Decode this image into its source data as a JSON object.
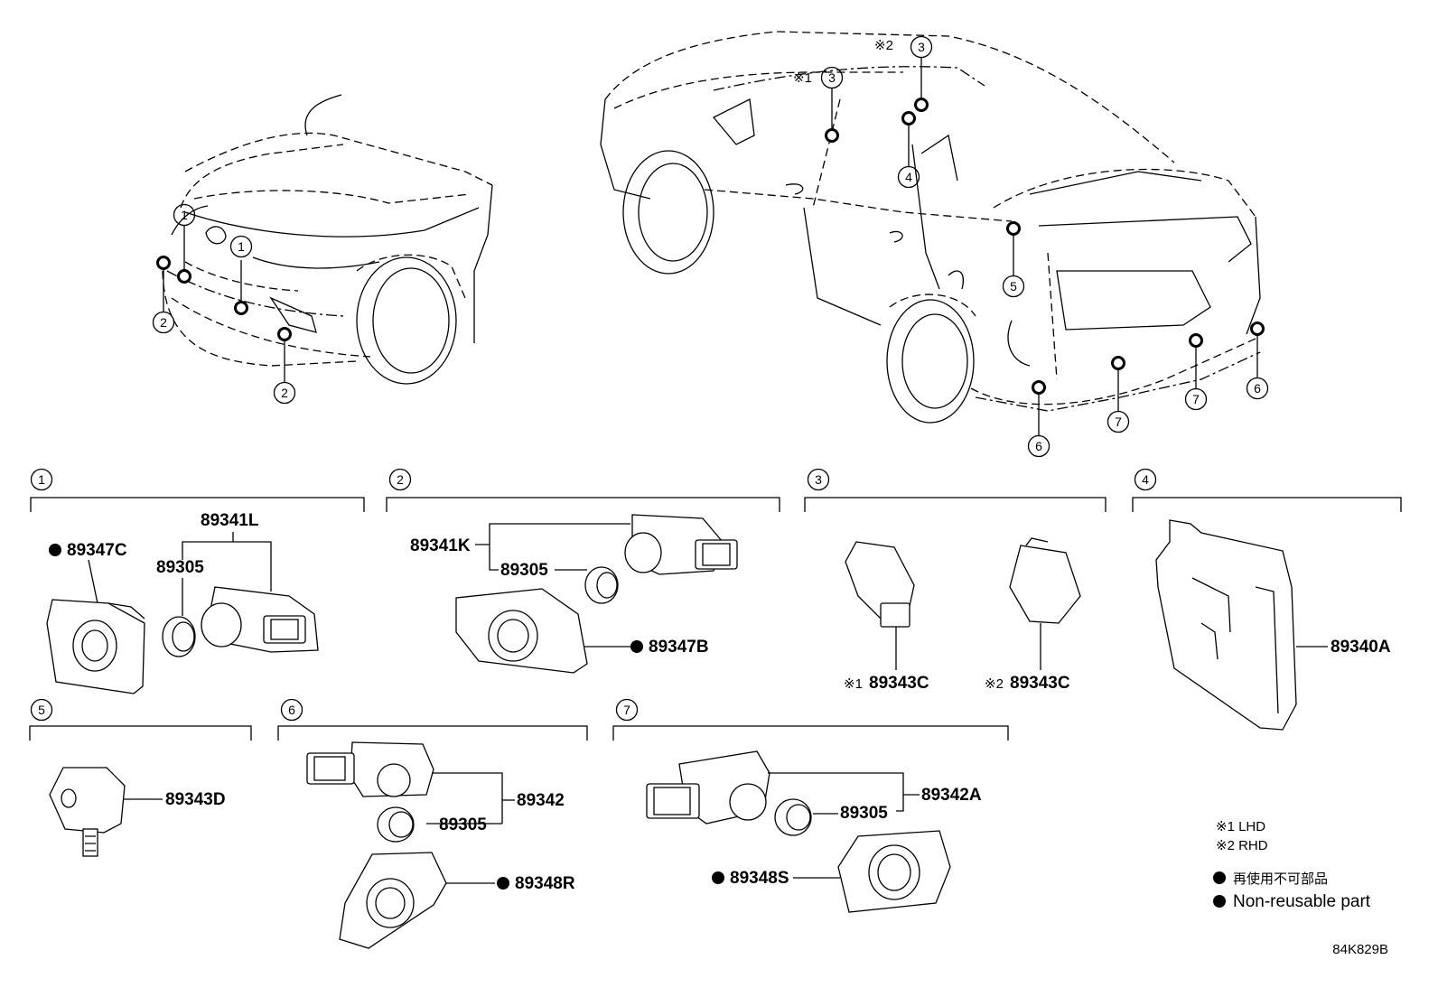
{
  "callouts": {
    "c1": "1",
    "c2": "2",
    "c3": "3",
    "c4": "4",
    "c5": "5",
    "c6": "6",
    "c7": "7"
  },
  "marks": {
    "m1": "※1",
    "m2": "※2"
  },
  "parts": {
    "g1_bezel": "89347C",
    "g1_sensor": "89341L",
    "g1_ring": "89305",
    "g2_sensor": "89341K",
    "g2_ring": "89305",
    "g2_bezel": "89347B",
    "g3_lhd": "89343C",
    "g3_rhd": "89343C",
    "g4_ecu": "89340A",
    "g5_sensor": "89343D",
    "g6_sensor": "89342",
    "g6_ring": "89305",
    "g6_bezel": "89348R",
    "g7_sensor": "89342A",
    "g7_ring": "89305",
    "g7_bezel": "89348S"
  },
  "legend": {
    "lhd": "※1 LHD",
    "rhd": "※2 RHD",
    "nonreusable_jp": "再使用不可部品",
    "nonreusable_en": "Non-reusable part"
  },
  "diagram_code": "84K829B",
  "icons": {
    "bullet": "filled-circle-icon",
    "callout": "numbered-circle-icon"
  }
}
